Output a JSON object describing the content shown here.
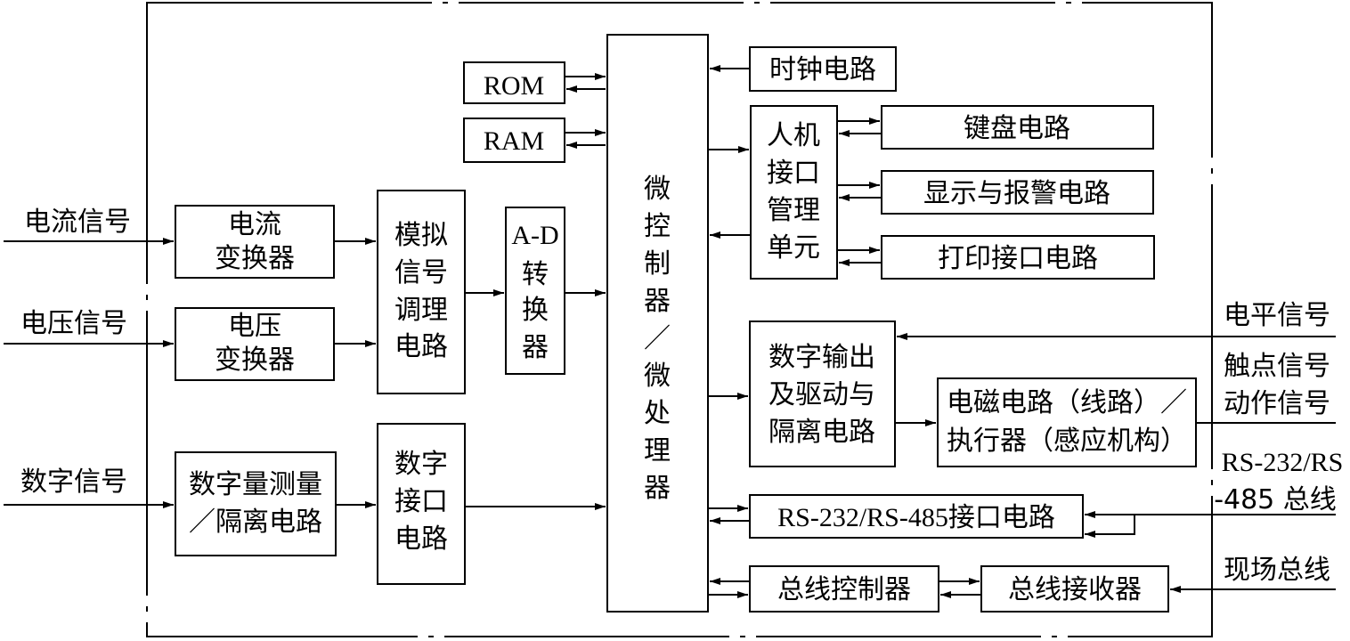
{
  "inputs": {
    "current": "电流信号",
    "voltage": "电压信号",
    "digital": "数字信号"
  },
  "blocks": {
    "current_transformer": [
      "电流",
      "变换器"
    ],
    "voltage_transformer": [
      "电压",
      "变换器"
    ],
    "digital_measure": [
      "数字量测量",
      "／隔离电路"
    ],
    "analog_conditioning": [
      "模拟",
      "信号",
      "调理",
      "电路"
    ],
    "digital_interface": [
      "数字",
      "接口",
      "电路"
    ],
    "ad_converter": [
      "A-D",
      "转",
      "换",
      "器"
    ],
    "rom": "ROM",
    "ram": "RAM",
    "mcu": [
      "微",
      "控",
      "制",
      "器",
      "／",
      "微",
      "处",
      "理",
      "器"
    ],
    "clock": "时钟电路",
    "hmi": [
      "人机",
      "接口",
      "管理",
      "单元"
    ],
    "keyboard": "键盘电路",
    "display_alarm": "显示与报警电路",
    "print_interface": "打印接口电路",
    "digital_output": [
      "数字输出",
      "及驱动与",
      "隔离电路"
    ],
    "actuator": [
      "电磁电路（线路）／",
      "执行器（感应机构）"
    ],
    "rs_interface": "RS-232/RS-485接口电路",
    "bus_controller": "总线控制器",
    "bus_receiver": "总线接收器"
  },
  "outputs": {
    "level_signal": "电平信号",
    "contact_signal": "触点信号",
    "action_signal": "动作信号",
    "rs_bus": [
      "RS-232/RS",
      "-485 总线"
    ],
    "field_bus": "现场总线"
  }
}
